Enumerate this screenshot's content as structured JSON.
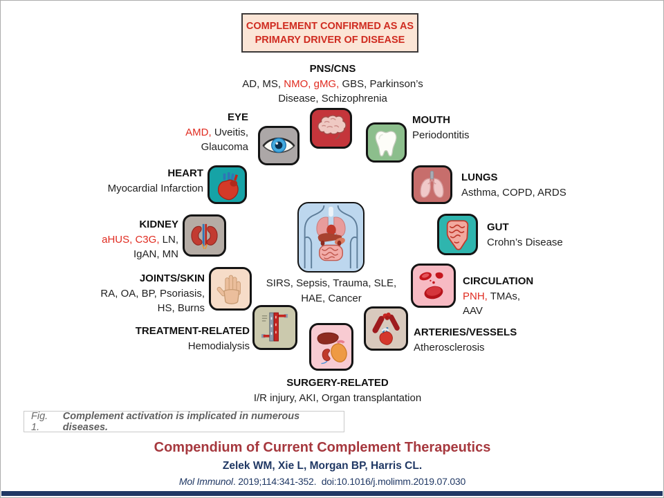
{
  "banner": {
    "line1": "COMPLEMENT CONFIRMED AS AS",
    "line2": "PRIMARY DRIVER OF DISEASE"
  },
  "regions": {
    "pns_cns": {
      "title": "PNS/CNS",
      "pre": "AD, MS, ",
      "red": "NMO, gMG,",
      "post": " GBS, Parkinson’s",
      "line2": "Disease, Schizophrenia"
    },
    "eye": {
      "title": "EYE",
      "red": "AMD,",
      "post": " Uveitis,",
      "line2": "Glaucoma"
    },
    "mouth": {
      "title": "MOUTH",
      "line1": "Periodontitis"
    },
    "heart": {
      "title": "HEART",
      "line1": "Myocardial Infarction"
    },
    "lungs": {
      "title": "LUNGS",
      "line1": "Asthma, COPD, ARDS"
    },
    "kidney": {
      "title": "KIDNEY",
      "red": "aHUS, C3G,",
      "post": " LN,",
      "line2": "IgAN, MN"
    },
    "gut": {
      "title": "GUT",
      "line1": "Crohn’s Disease"
    },
    "joints_skin": {
      "title": "JOINTS/SKIN",
      "line1": "RA, OA, BP, Psoriasis,",
      "line2": "HS, Burns"
    },
    "circulation": {
      "title": "CIRCULATION",
      "red": "PNH,",
      "post": " TMAs,",
      "line2": "AAV"
    },
    "treatment": {
      "title": "TREATMENT-RELATED",
      "line1": "Hemodialysis"
    },
    "arteries": {
      "title": "ARTERIES/VESSELS",
      "line1": "Atherosclerosis"
    },
    "surgery": {
      "title": "SURGERY-RELATED",
      "line1": "I/R injury, AKI, Organ transplantation"
    },
    "center": {
      "line1": "SIRS, Sepsis, Trauma, SLE,",
      "line2": "HAE, Cancer"
    }
  },
  "caption": {
    "prefix": "Fig. 1.",
    "text": "Complement activation is implicated in numerous diseases."
  },
  "footer": {
    "title": "Compendium of Current Complement Therapeutics",
    "authors": "Zelek WM, Xie L, Morgan BP, Harris CL.",
    "journal": "Mol Immunol",
    "citation_rest": ". 2019;114:341-352.  doi:10.1016/j.molimm.2019.07.030"
  },
  "colors": {
    "red_highlight": "#e02b20",
    "banner_text": "#cf2b20",
    "banner_bg": "#fbe5d6",
    "paper_title": "#a6383e",
    "footer_navy": "#203864"
  },
  "icons": {
    "pns_cns": "brain-icon",
    "eye": "eye-icon",
    "mouth": "tooth-icon",
    "heart": "heart-icon",
    "lungs": "lungs-icon",
    "kidney": "kidneys-icon",
    "gut": "intestines-icon",
    "joints_skin": "hand-icon",
    "circulation": "blood-cells-icon",
    "treatment": "dialysis-machine-icon",
    "arteries": "vessels-heart-icon",
    "surgery": "organs-icon",
    "center": "torso-organs-icon"
  }
}
